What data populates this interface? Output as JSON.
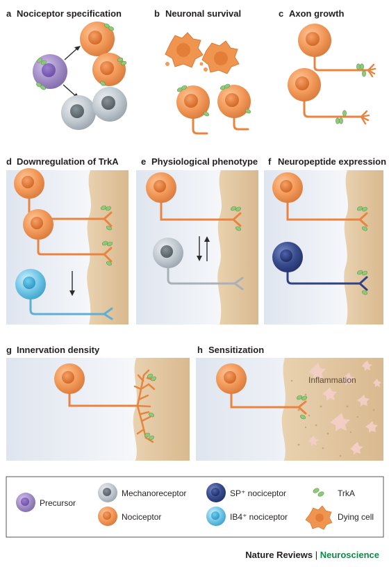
{
  "panels": {
    "a": {
      "letter": "a",
      "title": "Nociceptor specification"
    },
    "b": {
      "letter": "b",
      "title": "Neuronal survival"
    },
    "c": {
      "letter": "c",
      "title": "Axon growth"
    },
    "d": {
      "letter": "d",
      "title": "Downregulation of TrkA"
    },
    "e": {
      "letter": "e",
      "title": "Physiological phenotype"
    },
    "f": {
      "letter": "f",
      "title": "Neuropeptide expression"
    },
    "g": {
      "letter": "g",
      "title": "Innervation density"
    },
    "h": {
      "letter": "h",
      "title": "Sensitization",
      "annotation": "Inflammation"
    }
  },
  "legend": {
    "precursor": "Precursor",
    "mechanoreceptor": "Mechanoreceptor",
    "nociceptor": "Nociceptor",
    "sp_nociceptor": "SP⁺ nociceptor",
    "ib4_nociceptor": "IB4⁺ nociceptor",
    "trka": "TrkA",
    "dying_cell": "Dying cell"
  },
  "footer": {
    "journal": "Nature Reviews",
    "separator": "|",
    "field": "Neuroscience"
  },
  "colors": {
    "nociceptor": "#f29a5a",
    "precursor": "#a58fc9",
    "mechanoreceptor": "#c3cbd2",
    "sp_nociceptor": "#3a4d8f",
    "ib4_nociceptor": "#74c8e8",
    "trka": "#8fc97a",
    "skin": "#dcc19b",
    "panel_bg_gradient": "#dfe5ef",
    "brand": "#0f8a46"
  }
}
